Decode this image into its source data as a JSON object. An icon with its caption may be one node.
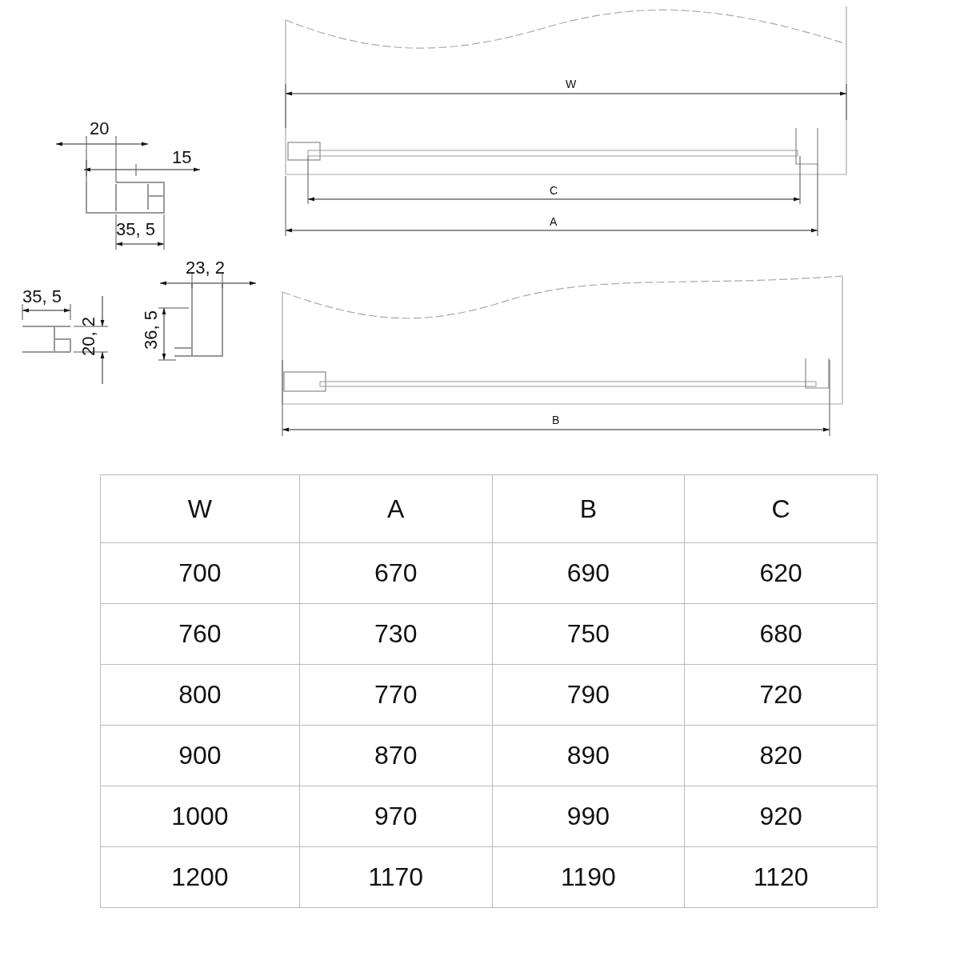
{
  "diagram": {
    "labels": [
      "W",
      "20",
      "15",
      "C",
      "A",
      "35, 5",
      "23, 2",
      "35, 5",
      "20, 2",
      "36, 5",
      "B",
      "W",
      "A",
      "B",
      "C",
      "700",
      "670",
      "690",
      "620",
      "760",
      "730",
      "750",
      "680",
      "800",
      "770",
      "790",
      "720",
      "900",
      "870",
      "890",
      "820",
      "1000",
      "970",
      "990",
      "920",
      "1200",
      "1170",
      "1190",
      "1120"
    ]
  }
}
